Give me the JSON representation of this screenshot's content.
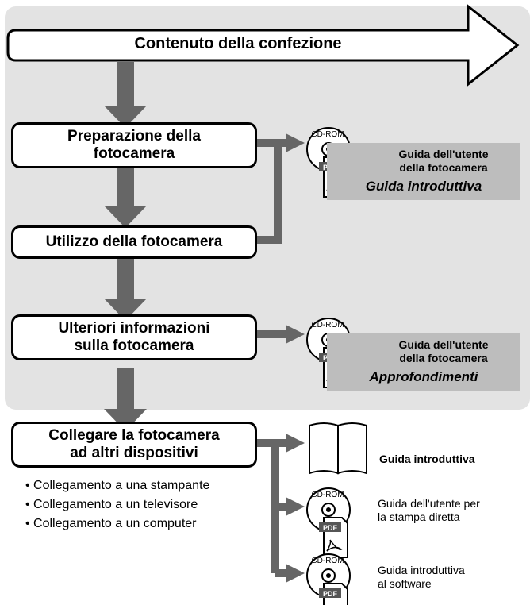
{
  "banner": {
    "label": "Contenuto della confezione"
  },
  "stages": [
    {
      "label": "Preparazione della\nfotocamera"
    },
    {
      "label": "Utilizzo della fotocamera"
    },
    {
      "label": "Ulteriori informazioni\nsulla fotocamera"
    },
    {
      "label": "Collegare la fotocamera\nad altri dispositivi"
    }
  ],
  "docs": {
    "camera_guide_1": {
      "line1": "Guida dell'utente",
      "line2": "della fotocamera",
      "subtitle": "Guida introduttiva",
      "icon": "cd-rom-pdf-icon",
      "cd_label": "CD-ROM",
      "pdf_label": "PDF"
    },
    "camera_guide_2": {
      "line1": "Guida dell'utente",
      "line2": "della fotocamera",
      "subtitle": "Approfondimenti",
      "icon": "cd-rom-pdf-icon",
      "cd_label": "CD-ROM",
      "pdf_label": "PDF"
    },
    "book_guide": {
      "label": "Guida introduttiva",
      "icon": "book-icon"
    },
    "direct_print": {
      "line1": "Guida dell'utente per",
      "line2": "la stampa diretta",
      "icon": "cd-rom-pdf-icon",
      "cd_label": "CD-ROM",
      "pdf_label": "PDF"
    },
    "software": {
      "line1": "Guida introduttiva",
      "line2": "al software",
      "icon": "cd-rom-pdf-icon",
      "cd_label": "CD-ROM",
      "pdf_label": "PDF"
    }
  },
  "bullets": [
    "Collegamento a una stampante",
    "Collegamento a un televisore",
    "Collegamento a un computer"
  ],
  "colors": {
    "panel": "#e3e3e3",
    "arrow": "#666666",
    "doc_box": "#bdbdbd"
  }
}
